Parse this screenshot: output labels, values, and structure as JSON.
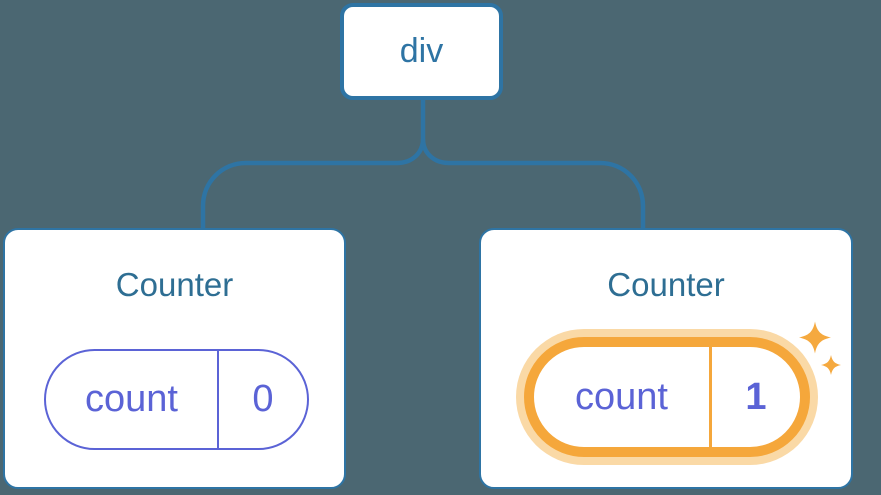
{
  "diagram": {
    "description": "React component tree: a div root with two Counter children; second Counter's state was updated",
    "root": {
      "label": "div"
    },
    "children": [
      {
        "title": "Counter",
        "state": {
          "key": "count",
          "value": "0"
        },
        "highlighted": false
      },
      {
        "title": "Counter",
        "state": {
          "key": "count",
          "value": "1"
        },
        "highlighted": true
      }
    ]
  },
  "icons": [
    {
      "name": "sparkles-icon",
      "glyph": "✦✦"
    }
  ],
  "colors": {
    "background": "#4B6772",
    "line_blue": "#2E74A4",
    "heading_blue": "#2E6E93",
    "state_indigo": "#5B63D6",
    "highlight_orange": "#F5A73B",
    "highlight_halo": "#FAD9A6",
    "sparkle_orange": "#F5A93F",
    "card_bg": "#FFFFFF"
  }
}
